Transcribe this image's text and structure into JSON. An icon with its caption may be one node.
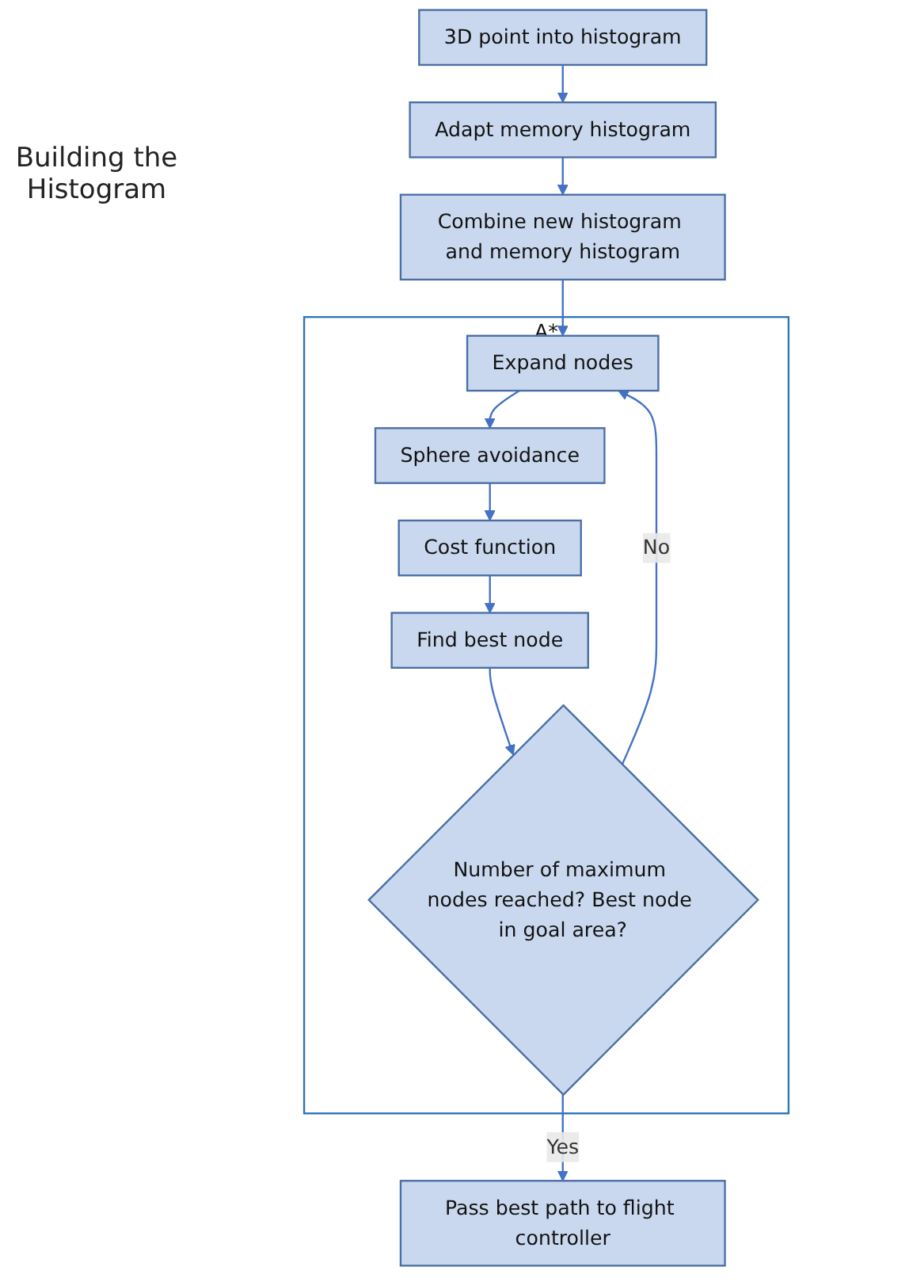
{
  "diagram": {
    "nodes": [
      {
        "text": [
          "3D point into histogram"
        ]
      },
      {
        "text": [
          "Adapt memory histogram"
        ]
      },
      {
        "text": [
          "Combine new histogram and memory histogram"
        ]
      },
      {
        "text": [
          "A*"
        ]
      },
      {
        "text": [
          "Expand nodes"
        ],
        "in": 3
      },
      {
        "text": [
          "Sphere avoidance"
        ],
        "in": 3
      },
      {
        "text": [
          "Cost function"
        ],
        "in": 3
      },
      {
        "text": [
          "Find best node"
        ],
        "in": 3
      },
      {
        "text": [
          "Number of maximum nodes reached? Best node in goal area?"
        ],
        "in": 3
      },
      {
        "text": [
          "Pass best path to flight controller"
        ]
      }
    ],
    "edges": [
      {
        "from": 0,
        "to": 1,
        "arrow": "to"
      },
      {
        "from": 1,
        "to": 2,
        "arrow": "to"
      },
      {
        "from": 2,
        "to": 4,
        "arrow": "to"
      },
      {
        "from": 4,
        "to": 5,
        "arrow": "to"
      },
      {
        "from": 5,
        "to": 6,
        "arrow": "to"
      },
      {
        "from": 6,
        "to": 7,
        "arrow": "to"
      },
      {
        "from": 7,
        "to": 8,
        "arrow": "to"
      },
      {
        "from": 8,
        "to": 4,
        "label": "No",
        "arrow": "to"
      },
      {
        "from": 8,
        "to": 9,
        "label": "Yes",
        "arrow": "to"
      }
    ],
    "labels": [
      "Building the Histogram"
    ]
  }
}
